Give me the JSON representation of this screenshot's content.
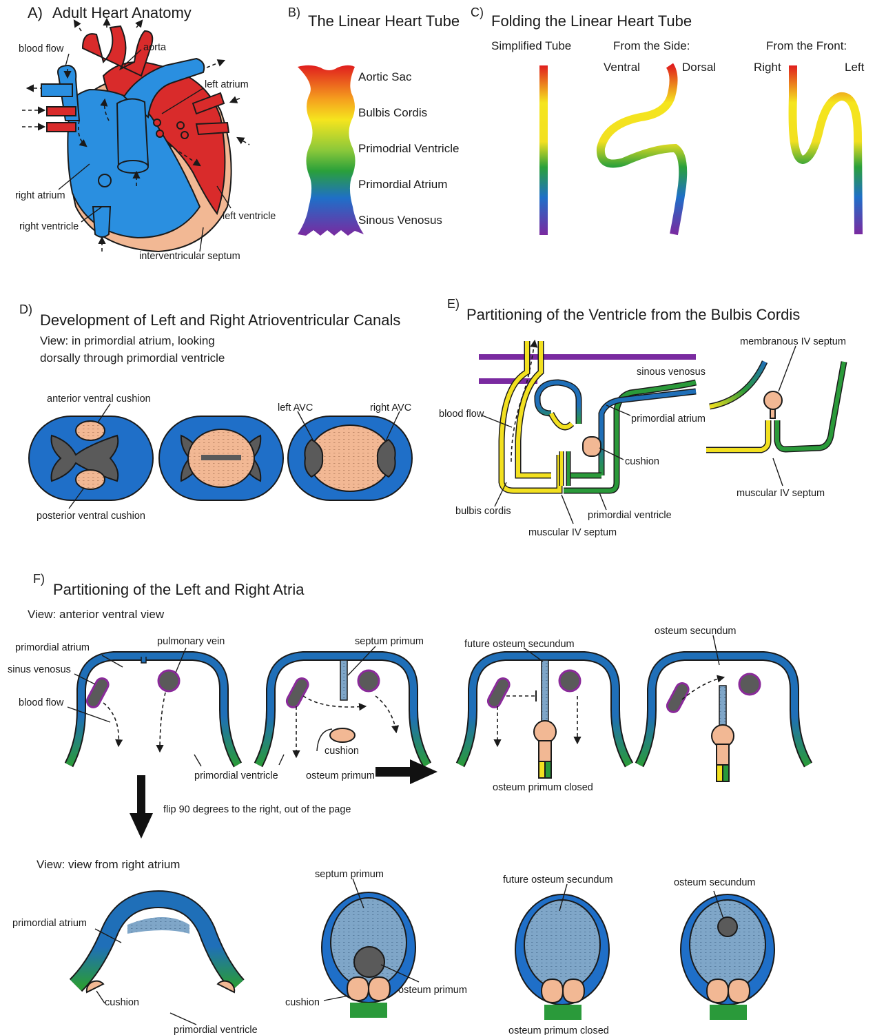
{
  "panelA": {
    "letter": "A)",
    "title": "Adult Heart Anatomy",
    "labels": {
      "blood_flow": "blood flow",
      "aorta": "aorta",
      "left_atrium": "left atrium",
      "right_atrium": "right atrium",
      "right_ventricle": "right ventricle",
      "left_ventricle": "left ventricle",
      "interventricular_septum": "interventricular septum"
    }
  },
  "panelB": {
    "letter": "B)",
    "title": "The Linear Heart Tube",
    "segments": [
      "Aortic Sac",
      "Bulbis Cordis",
      "Primodrial Ventricle",
      "Primordial Atrium",
      "Sinous Venosus"
    ]
  },
  "panelC": {
    "letter": "C)",
    "title": "Folding the Linear Heart Tube",
    "simplified": "Simplified Tube",
    "side": "From the Side:",
    "front": "From the Front:",
    "ventral": "Ventral",
    "dorsal": "Dorsal",
    "right": "Right",
    "left": "Left"
  },
  "panelD": {
    "letter": "D)",
    "title": "Development of Left and Right Atrioventricular Canals",
    "view1": "View: in primordial atrium, looking",
    "view2": "dorsally through primordial ventricle",
    "anterior": "anterior ventral cushion",
    "posterior": "posterior ventral cushion",
    "left_avc": "left AVC",
    "right_avc": "right AVC"
  },
  "panelE": {
    "letter": "E)",
    "title": "Partitioning of the Ventricle from the Bulbis Cordis",
    "sinous_venosus": "sinous venosus",
    "primordial_atrium": "primordial atrium",
    "blood_flow": "blood flow",
    "cushion": "cushion",
    "bulbis_cordis": "bulbis cordis",
    "primordial_ventricle": "primordial ventricle",
    "muscular_iv": "muscular IV septum",
    "membranous_iv": "membranous IV septum",
    "muscular_iv2": "muscular IV septum"
  },
  "panelF": {
    "letter": "F)",
    "title": "Partitioning of the Left and Right Atria",
    "view_top": "View: anterior ventral view",
    "primordial_atrium": "primordial atrium",
    "sinus_venosus": "sinus venosus",
    "blood_flow": "blood flow",
    "pulmonary_vein": "pulmonary vein",
    "primordial_ventricle": "primordial ventricle",
    "septum_primum": "septum primum",
    "cushion": "cushion",
    "osteum_primum": "osteum primum",
    "future_osteum_secundum": "future osteum secundum",
    "osteum_primum_closed": "osteum primum closed",
    "osteum_secundum": "osteum secundum",
    "flip": "flip 90 degrees to the right, out of the page",
    "view_bottom": "View: view from right atrium",
    "b_primordial_atrium": "primordial atrium",
    "b_cushion": "cushion",
    "b_primordial_ventricle": "primordial ventricle",
    "b_septum_primum": "septum primum",
    "b_cushion2": "cushion",
    "b_osteum_primum": "osteum primum",
    "b_future_osteum_secundum": "future osteum secundum",
    "b_osteum_primum_closed": "osteum primum closed",
    "b_osteum_secundum": "osteum secundum"
  },
  "colors": {
    "artery_red": "#d92b2b",
    "dark_red": "#a82020",
    "vein_blue": "#2a8fe0",
    "dark_blue": "#1f5fb0",
    "tissue_tan": "#f2b894",
    "cushion_tan": "#f2b894",
    "septum_gray": "#5a5a5a",
    "tube_green": "#2a9a3a",
    "tube_yellow": "#f2e020",
    "tube_purple": "#7a2aa0",
    "atrium_fill": "#7fa6c8"
  }
}
